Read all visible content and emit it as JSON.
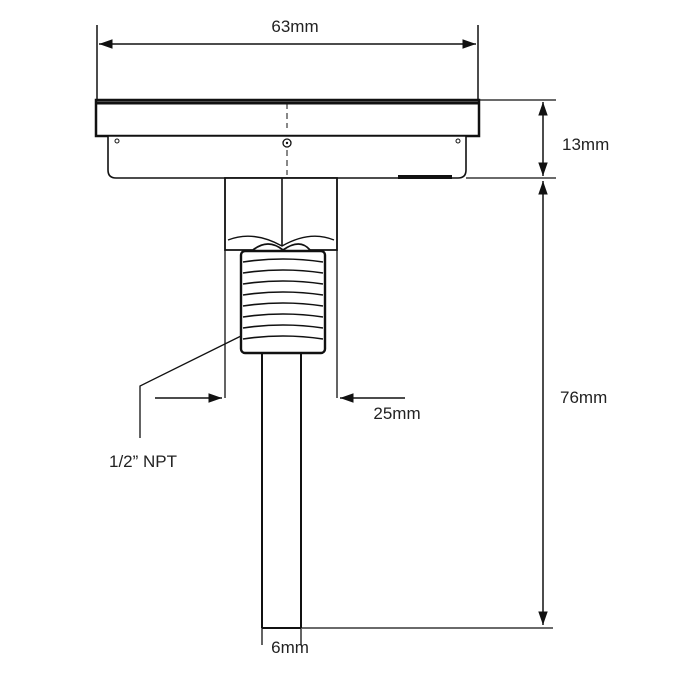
{
  "dimensions": {
    "width": "63mm",
    "case_depth": "13mm",
    "stem_length": "76mm",
    "hex_width": "25mm",
    "thread": "1/2” NPT",
    "stem_diameter": "6mm"
  },
  "colors": {
    "line": "#111111",
    "dim_line": "#111111",
    "text": "#222222",
    "background": "#ffffff"
  }
}
